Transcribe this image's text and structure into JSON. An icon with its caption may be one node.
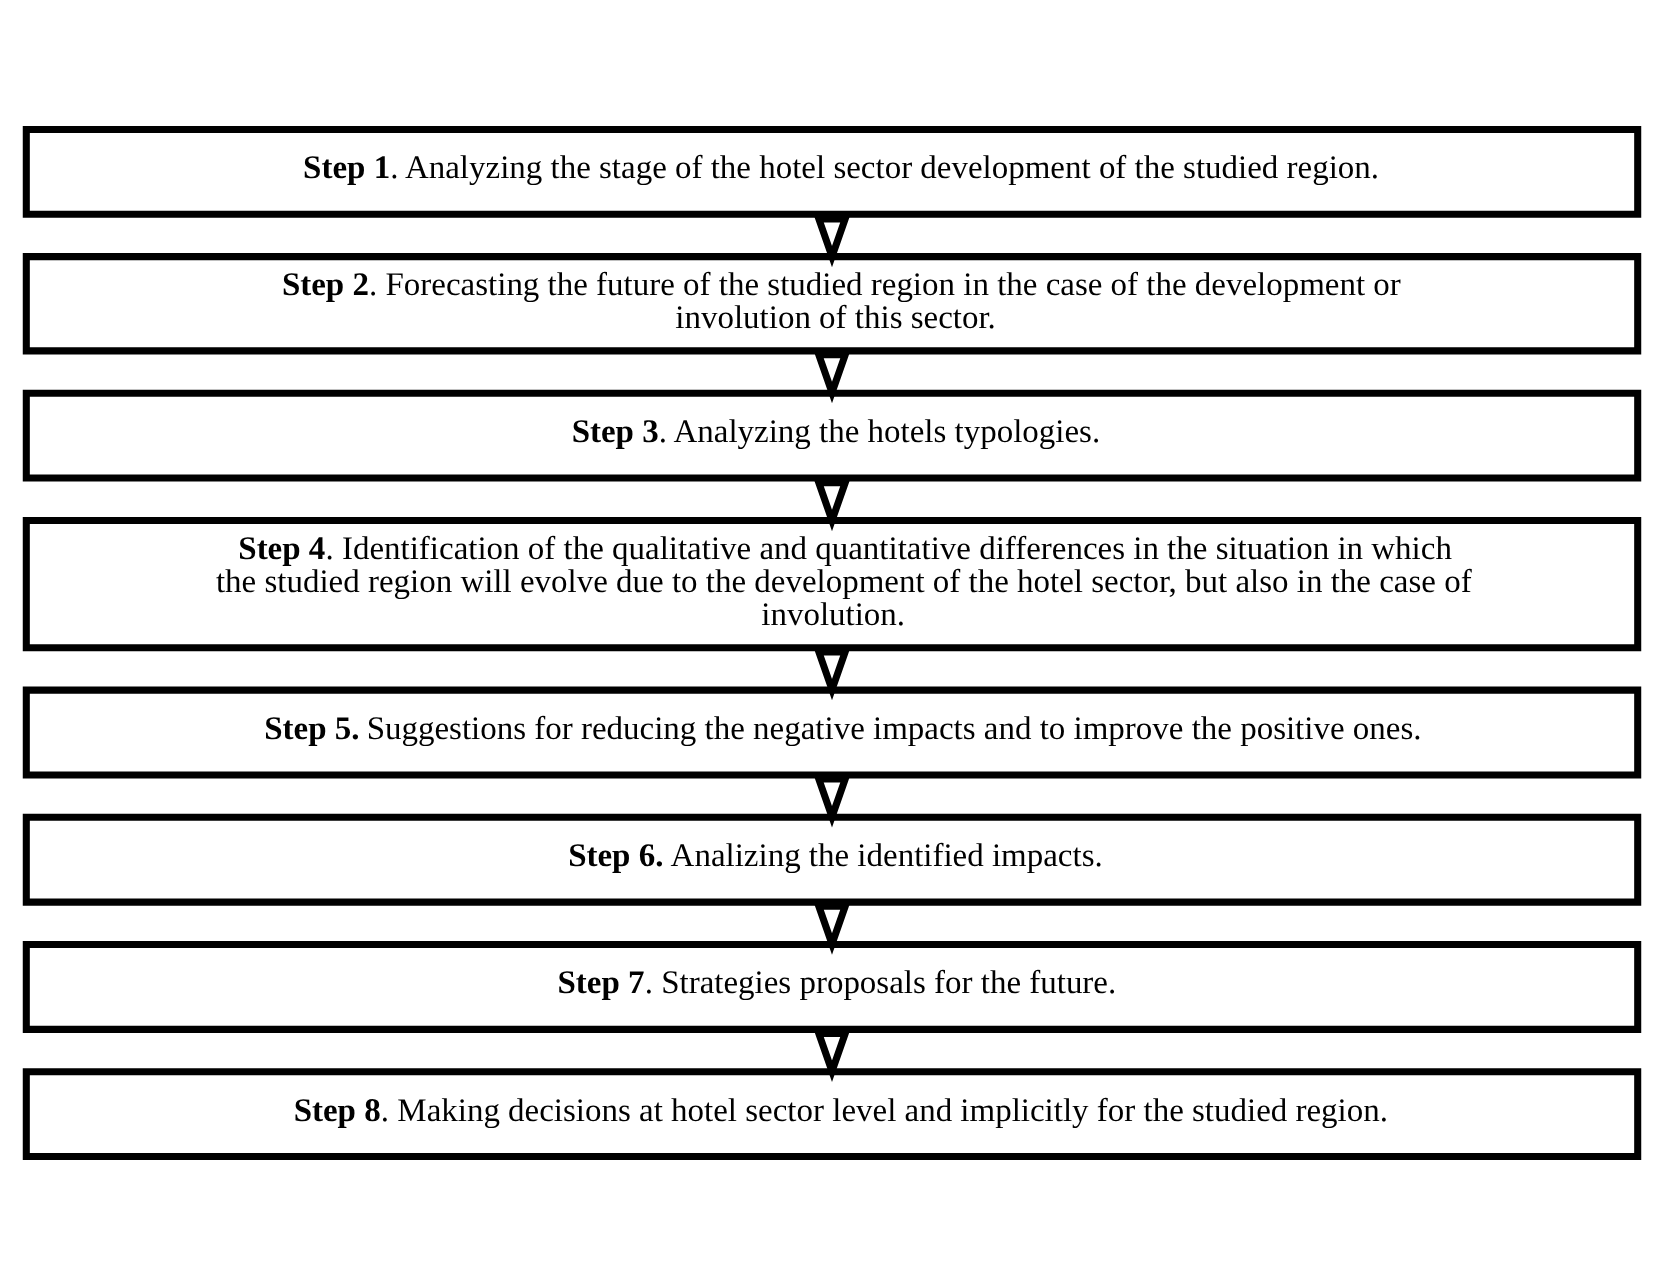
{
  "diagram": {
    "nodes": [
      {
        "text": [
          "**Step 1**. Analyzing the stage of the hotel sector development of the studied region."
        ]
      },
      {
        "text": [
          "**Step 2**. Forecasting the future of the studied region in the case of the development or involution of this sector."
        ]
      },
      {
        "text": [
          "**Step 3**. Analyzing the hotels typologies."
        ]
      },
      {
        "text": [
          "**Step 4**. Identification of the qualitative and quantitative differences in the situation in which the studied region will evolve due to the development of the hotel sector, but also in the case of involution."
        ]
      },
      {
        "text": [
          "**Step 5.** Suggestions for reducing the negative impacts and to improve the positive ones."
        ]
      },
      {
        "text": [
          "**Step 6.** Analizing the identified impacts."
        ]
      },
      {
        "text": [
          "**Step 7**. Strategies proposals for the future."
        ]
      },
      {
        "text": [
          "**Step 8**. Making decisions at hotel sector level and implicitly for the studied region."
        ]
      }
    ],
    "edges": [
      {
        "from": 0,
        "to": 1,
        "arrow": "to"
      },
      {
        "from": 1,
        "to": 2,
        "arrow": "to"
      },
      {
        "from": 2,
        "to": 3,
        "arrow": "to"
      },
      {
        "from": 3,
        "to": 4,
        "arrow": "to"
      },
      {
        "from": 4,
        "to": 5,
        "arrow": "to"
      },
      {
        "from": 5,
        "to": 6,
        "arrow": "to"
      },
      {
        "from": 6,
        "to": 7,
        "arrow": "to"
      }
    ]
  }
}
